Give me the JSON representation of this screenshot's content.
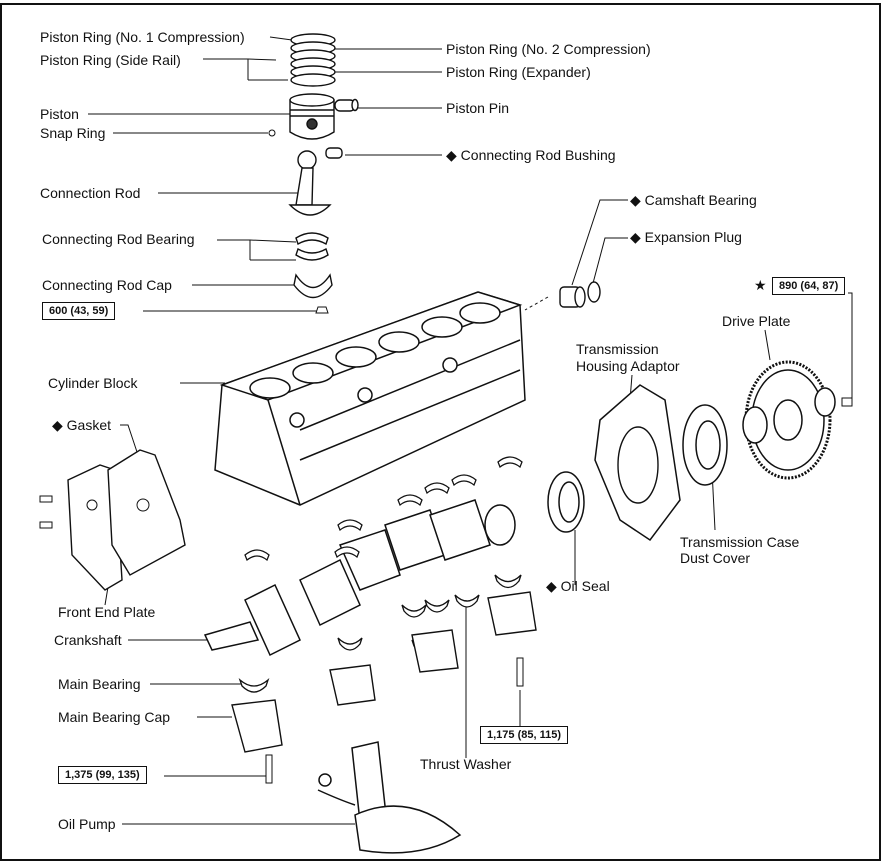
{
  "labels": {
    "piston_ring_1": "Piston Ring (No. 1 Compression)",
    "piston_ring_side": "Piston Ring (Side Rail)",
    "piston_ring_2": "Piston Ring (No. 2 Compression)",
    "piston_ring_exp": "Piston Ring (Expander)",
    "piston": "Piston",
    "piston_pin": "Piston Pin",
    "snap_ring": "Snap Ring",
    "rod_bushing": "Connecting Rod Bushing",
    "connection_rod": "Connection Rod",
    "camshaft_bearing": "Camshaft Bearing",
    "rod_bearing": "Connecting Rod Bearing",
    "expansion_plug": "Expansion Plug",
    "rod_cap": "Connecting Rod Cap",
    "drive_plate": "Drive Plate",
    "trans_adaptor_1": "Transmission",
    "trans_adaptor_2": "Housing Adaptor",
    "cylinder_block": "Cylinder Block",
    "gasket": "Gasket",
    "trans_dust_1": "Transmission Case",
    "trans_dust_2": "Dust Cover",
    "oil_seal": "Oil Seal",
    "front_end_plate": "Front End Plate",
    "crankshaft": "Crankshaft",
    "main_bearing": "Main Bearing",
    "main_bearing_cap": "Main Bearing Cap",
    "thrust_washer": "Thrust Washer",
    "oil_pump": "Oil Pump"
  },
  "torques": {
    "rod_cap": "600 (43, 59)",
    "drive_plate": "890 (64, 87)",
    "main_cap_side": "1,175 (85, 115)",
    "main_cap": "1,375 (99, 135)"
  },
  "markers": {
    "diamond": "◆",
    "star": "★"
  }
}
